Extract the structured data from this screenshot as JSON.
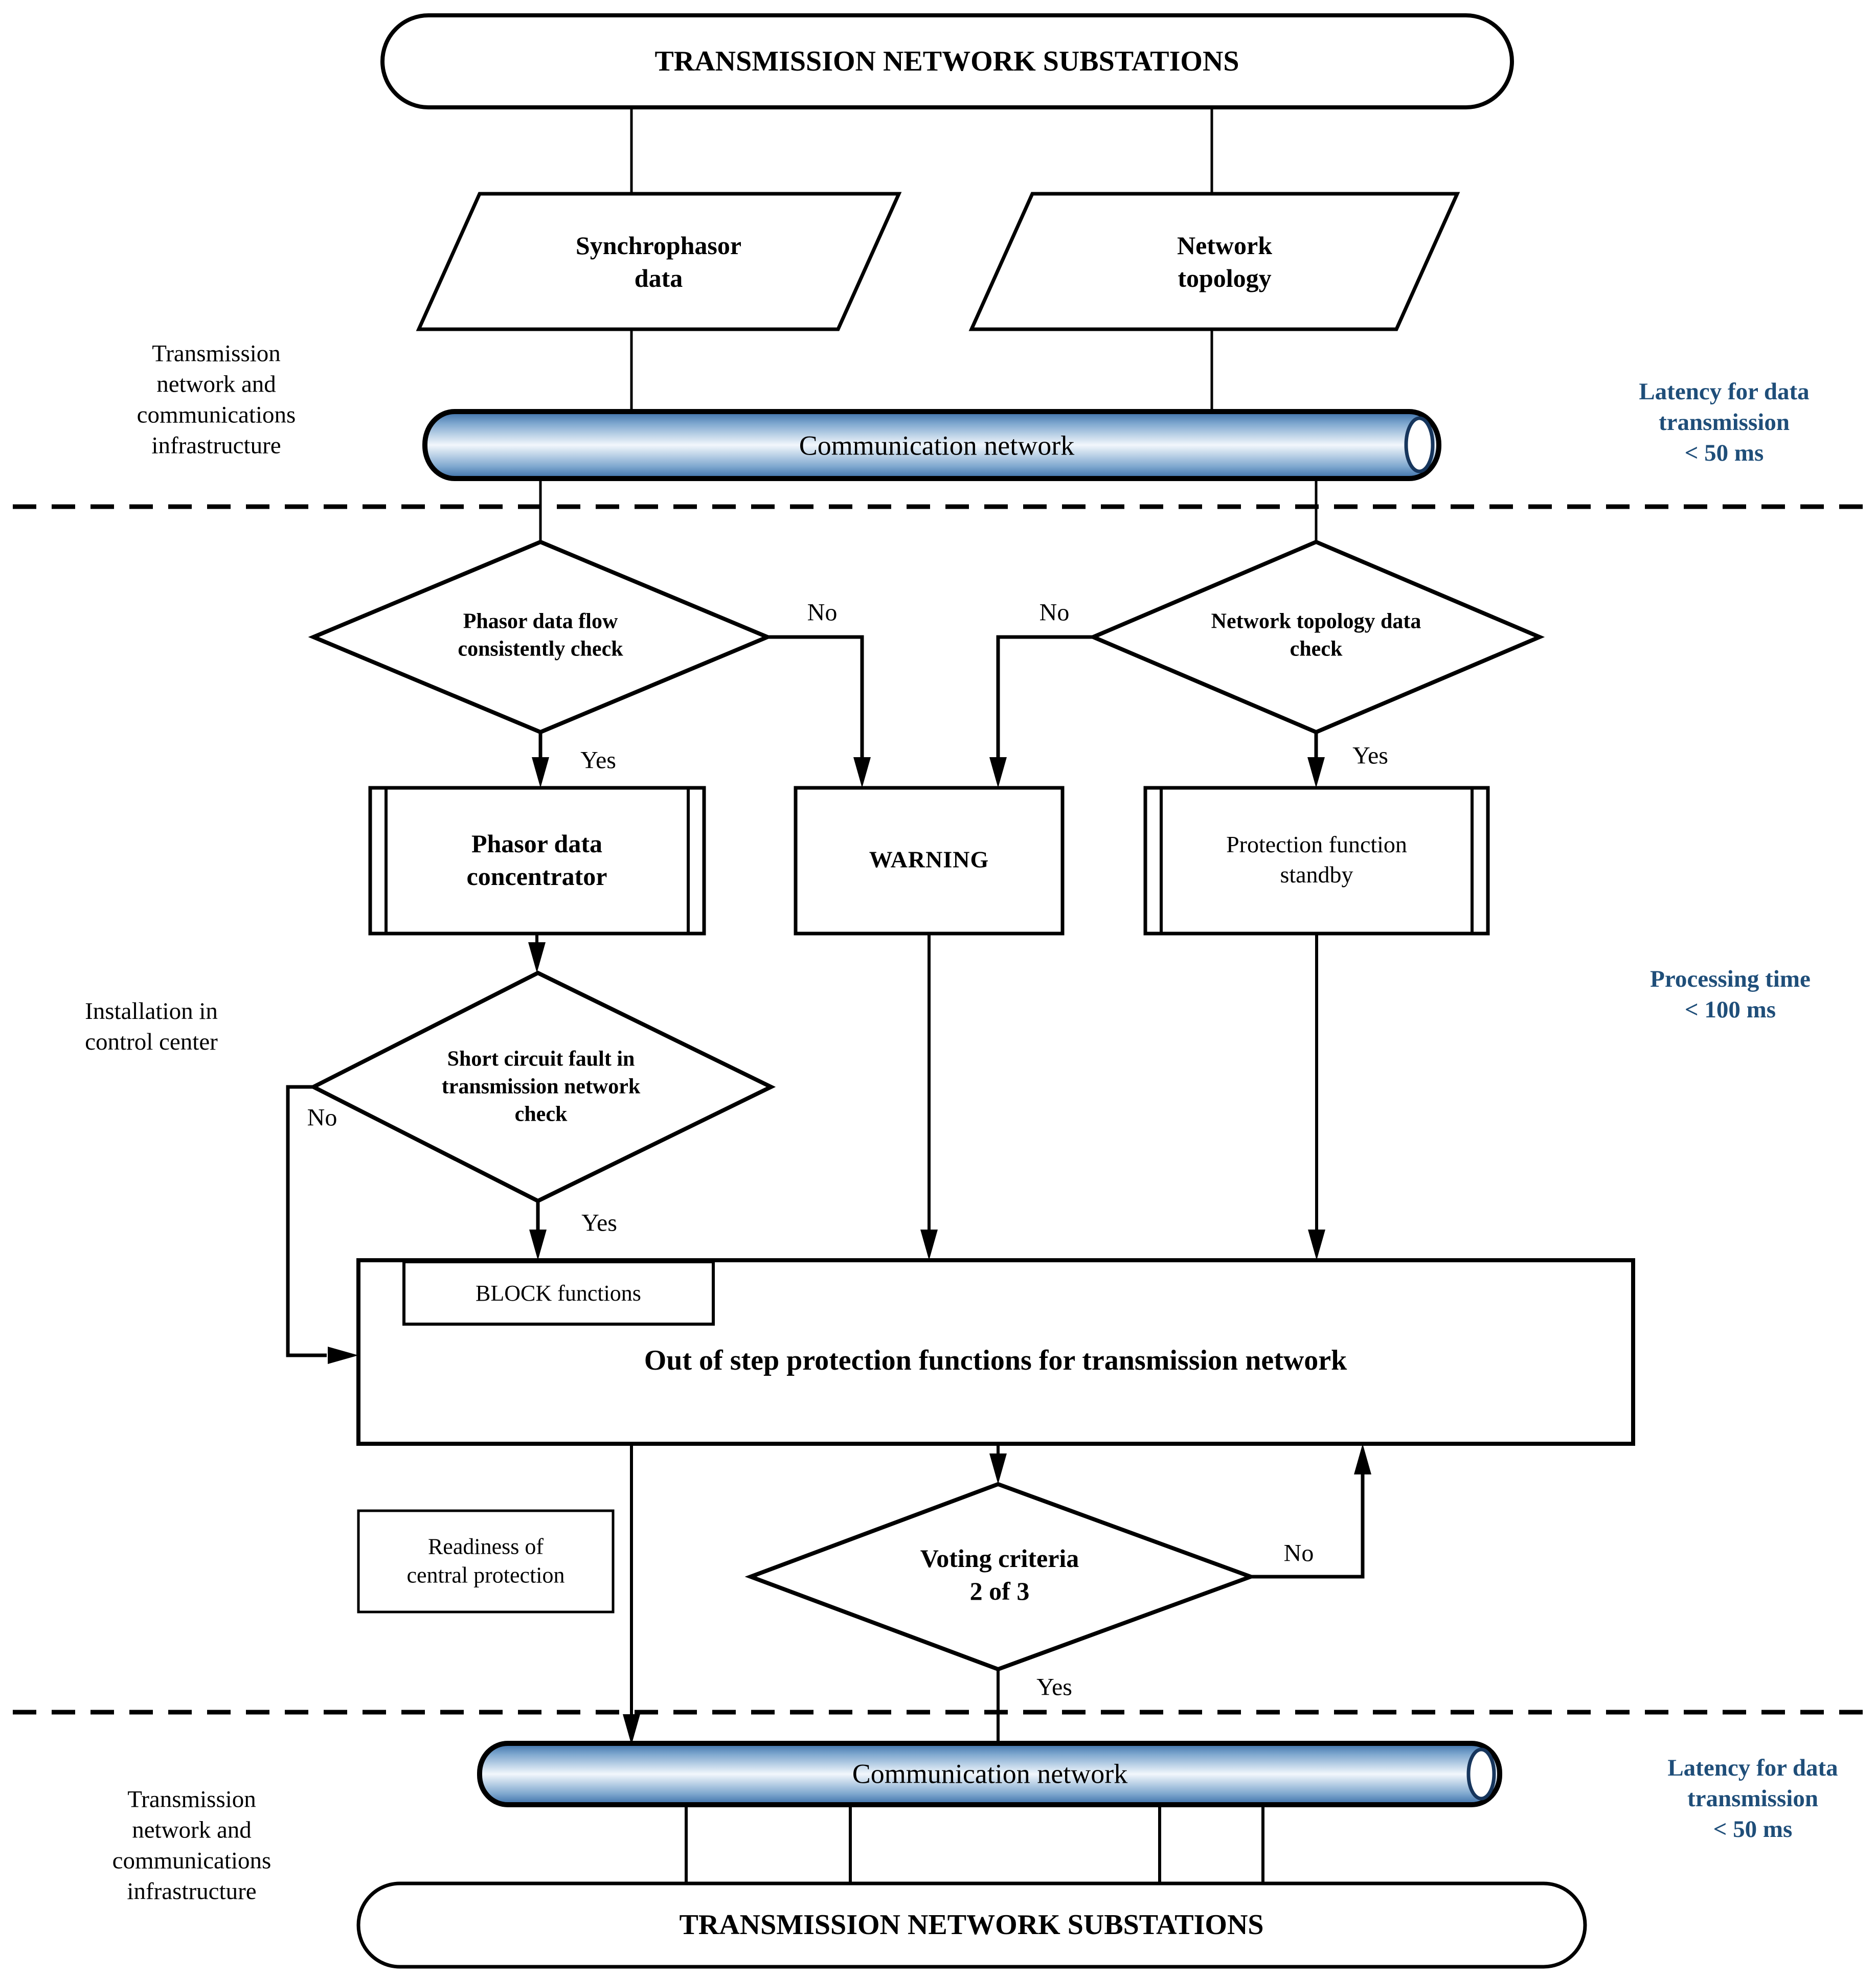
{
  "colors": {
    "accent_blue": "#1f4e79",
    "pipe_edge": "#3a6ea8",
    "pipe_mid": "#f2f7fc",
    "line_black": "#000000"
  },
  "terminators": {
    "top": "TRANSMISSION NETWORK SUBSTATIONS",
    "bottom": "TRANSMISSION NETWORK SUBSTATIONS"
  },
  "inputs": {
    "synchrophasor": "Synchrophasor\ndata",
    "topology": "Network\ntopology"
  },
  "pipes": {
    "top": "Communication network",
    "bottom": "Communication network"
  },
  "decisions": {
    "phasor_check": "Phasor data flow\nconsistently check",
    "topology_check": "Network topology data\ncheck",
    "short_circuit_check": "Short circuit fault in\ntransmission network\ncheck",
    "voting": "Voting criteria\n2 of 3"
  },
  "processes": {
    "pdc": "Phasor data\nconcentrator",
    "warning": "WARNING",
    "standby": "Protection function\nstandby",
    "block": "BLOCK functions",
    "oos": "Out of step protection functions for transmission network",
    "readiness": "Readiness of\ncentral protection"
  },
  "branch": {
    "yes": "Yes",
    "no": "No"
  },
  "annotations": {
    "left_top": "Transmission\nnetwork and\ncommunications\ninfrastructure",
    "right_top": "Latency for data\ntransmission\n< 50 ms",
    "left_middle": "Installation in\ncontrol center",
    "right_middle": "Processing time\n< 100 ms",
    "left_bottom": "Transmission\nnetwork and\ncommunications\ninfrastructure",
    "right_bottom": "Latency for data\ntransmission\n< 50 ms"
  }
}
